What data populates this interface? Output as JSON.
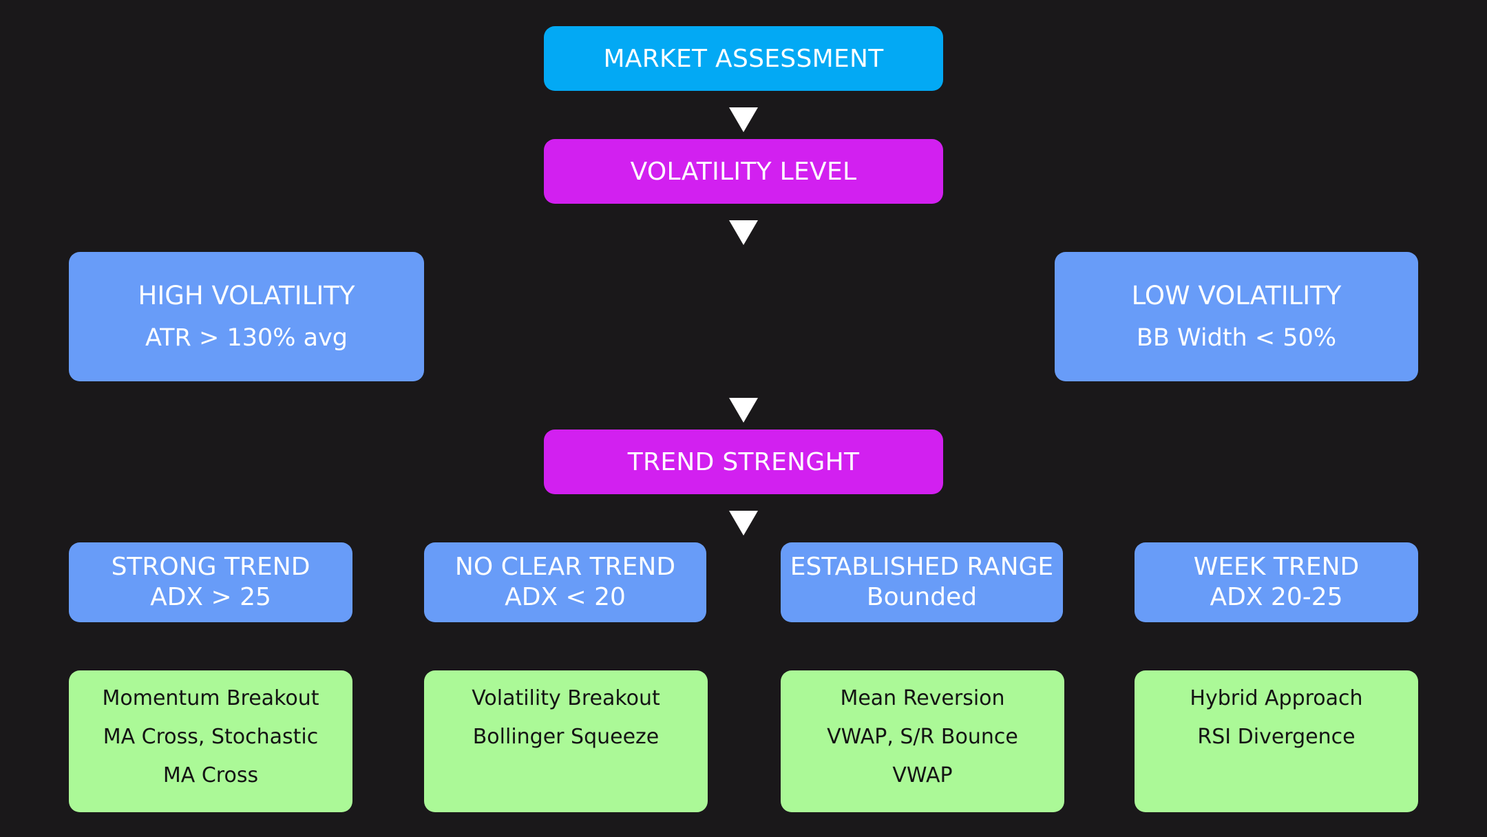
{
  "colors": {
    "background": "#1a181a",
    "start_node": "#03a9f4",
    "decision_node": "#d220f0",
    "condition_node": "#689cf8",
    "strategy_node": "#abf997"
  },
  "nodes": {
    "market_assessment": "MARKET ASSESSMENT",
    "volatility_level": "VOLATILITY LEVEL",
    "high_volatility": {
      "title": "HIGH VOLATILITY",
      "condition": "ATR > 130% avg"
    },
    "low_volatility": {
      "title": "LOW VOLATILITY",
      "condition": "BB Width < 50%"
    },
    "trend_strength": "TREND STRENGHT",
    "trends": [
      {
        "title": "STRONG TREND",
        "condition": "ADX > 25"
      },
      {
        "title": "NO CLEAR TREND",
        "condition": "ADX < 20"
      },
      {
        "title": "ESTABLISHED RANGE",
        "condition": "Bounded"
      },
      {
        "title": "WEEK TREND",
        "condition": "ADX 20-25"
      }
    ],
    "strategies": [
      {
        "lines": [
          "Momentum Breakout",
          "MA Cross, Stochastic",
          "MA Cross"
        ]
      },
      {
        "lines": [
          "Volatility Breakout",
          "Bollinger Squeeze"
        ]
      },
      {
        "lines": [
          "Mean Reversion",
          "VWAP, S/R Bounce",
          "VWAP"
        ]
      },
      {
        "lines": [
          "Hybrid Approach",
          "RSI Divergence"
        ]
      }
    ]
  }
}
